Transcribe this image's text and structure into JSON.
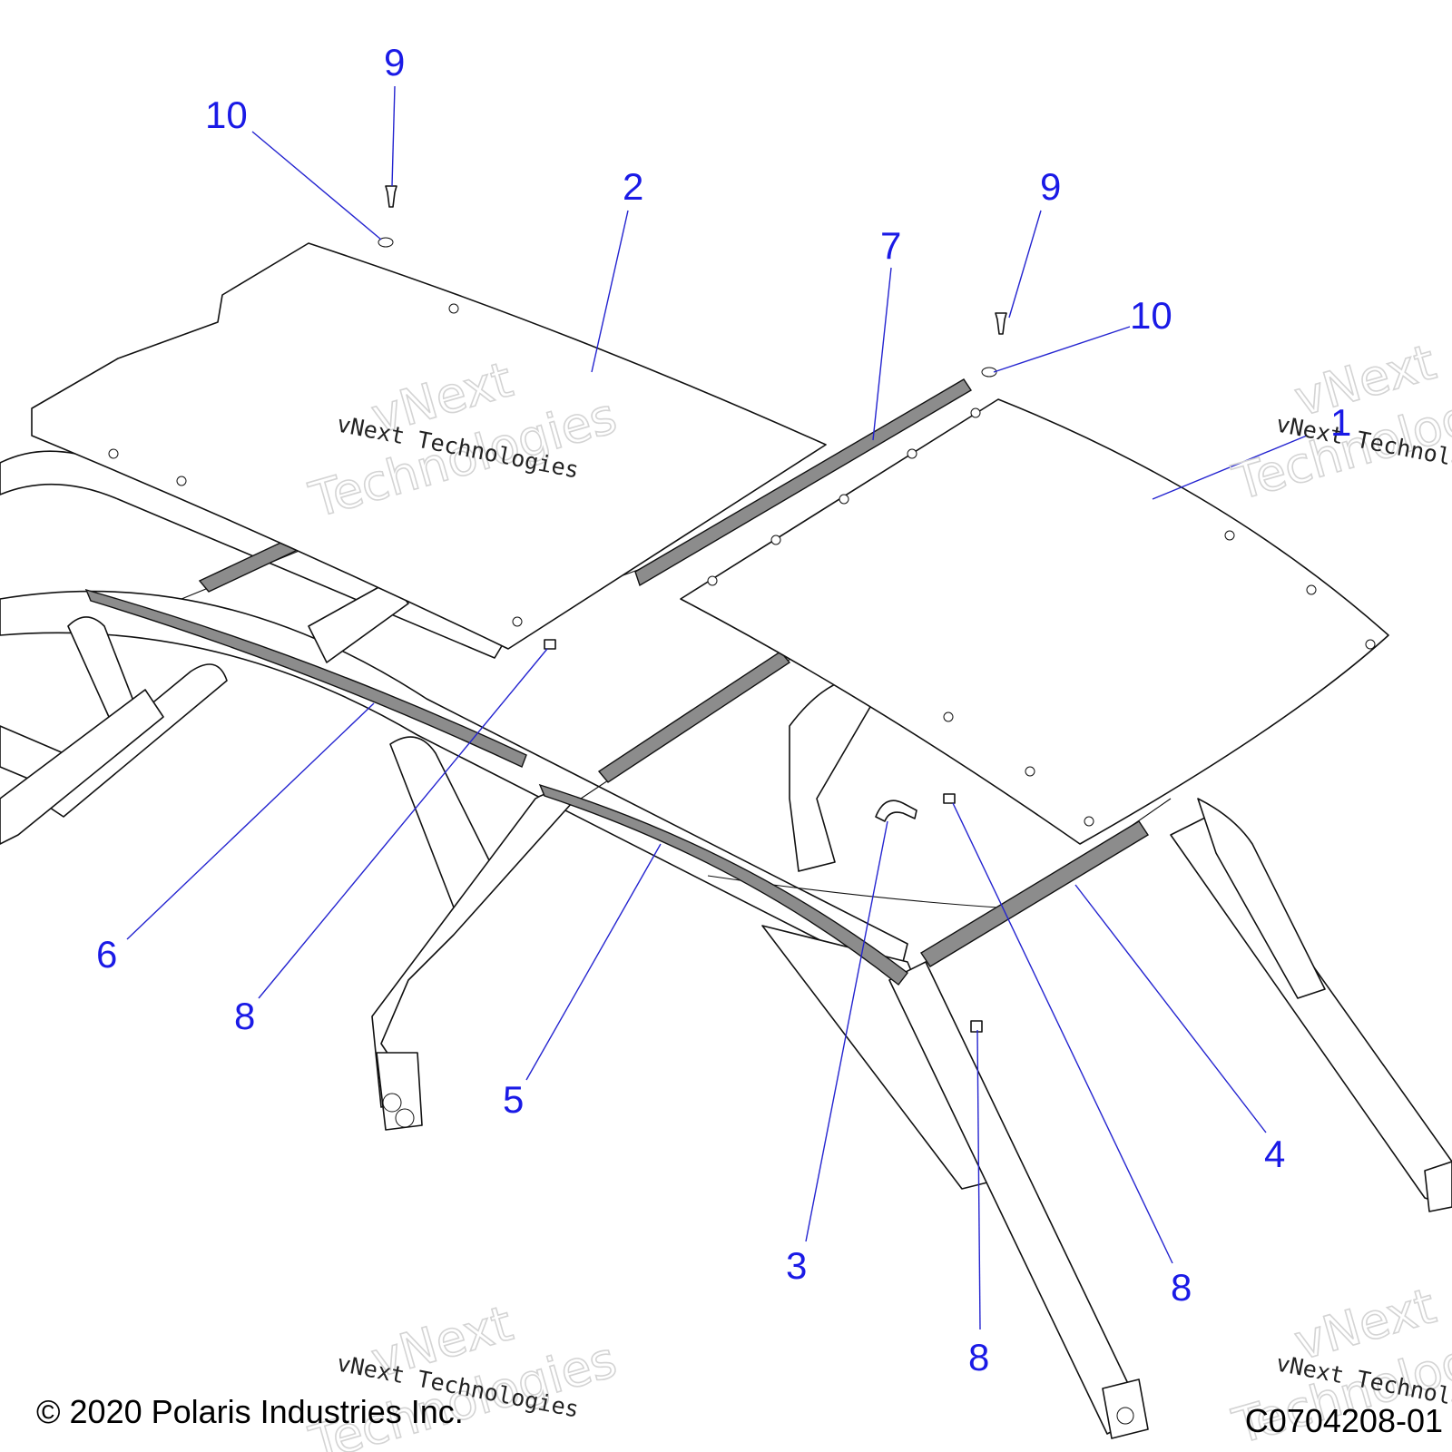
{
  "callouts": [
    {
      "label": "9"
    },
    {
      "label": "10"
    },
    {
      "label": "2"
    },
    {
      "label": "9"
    },
    {
      "label": "7"
    },
    {
      "label": "10"
    },
    {
      "label": "1"
    },
    {
      "label": "6"
    },
    {
      "label": "8"
    },
    {
      "label": "5"
    },
    {
      "label": "3"
    },
    {
      "label": "8"
    },
    {
      "label": "4"
    },
    {
      "label": "8"
    }
  ],
  "watermark": {
    "line1": "vNext",
    "line2": "Technologies",
    "caption": "vNext Technologies"
  },
  "footer": {
    "copyright": "© 2020 Polaris Industries Inc.",
    "drawing_code": "C0704208-01"
  },
  "colors": {
    "callout": "#1a1ae6",
    "seal_fill": "#8c8c8c",
    "watermark": "#d4d4d4"
  }
}
